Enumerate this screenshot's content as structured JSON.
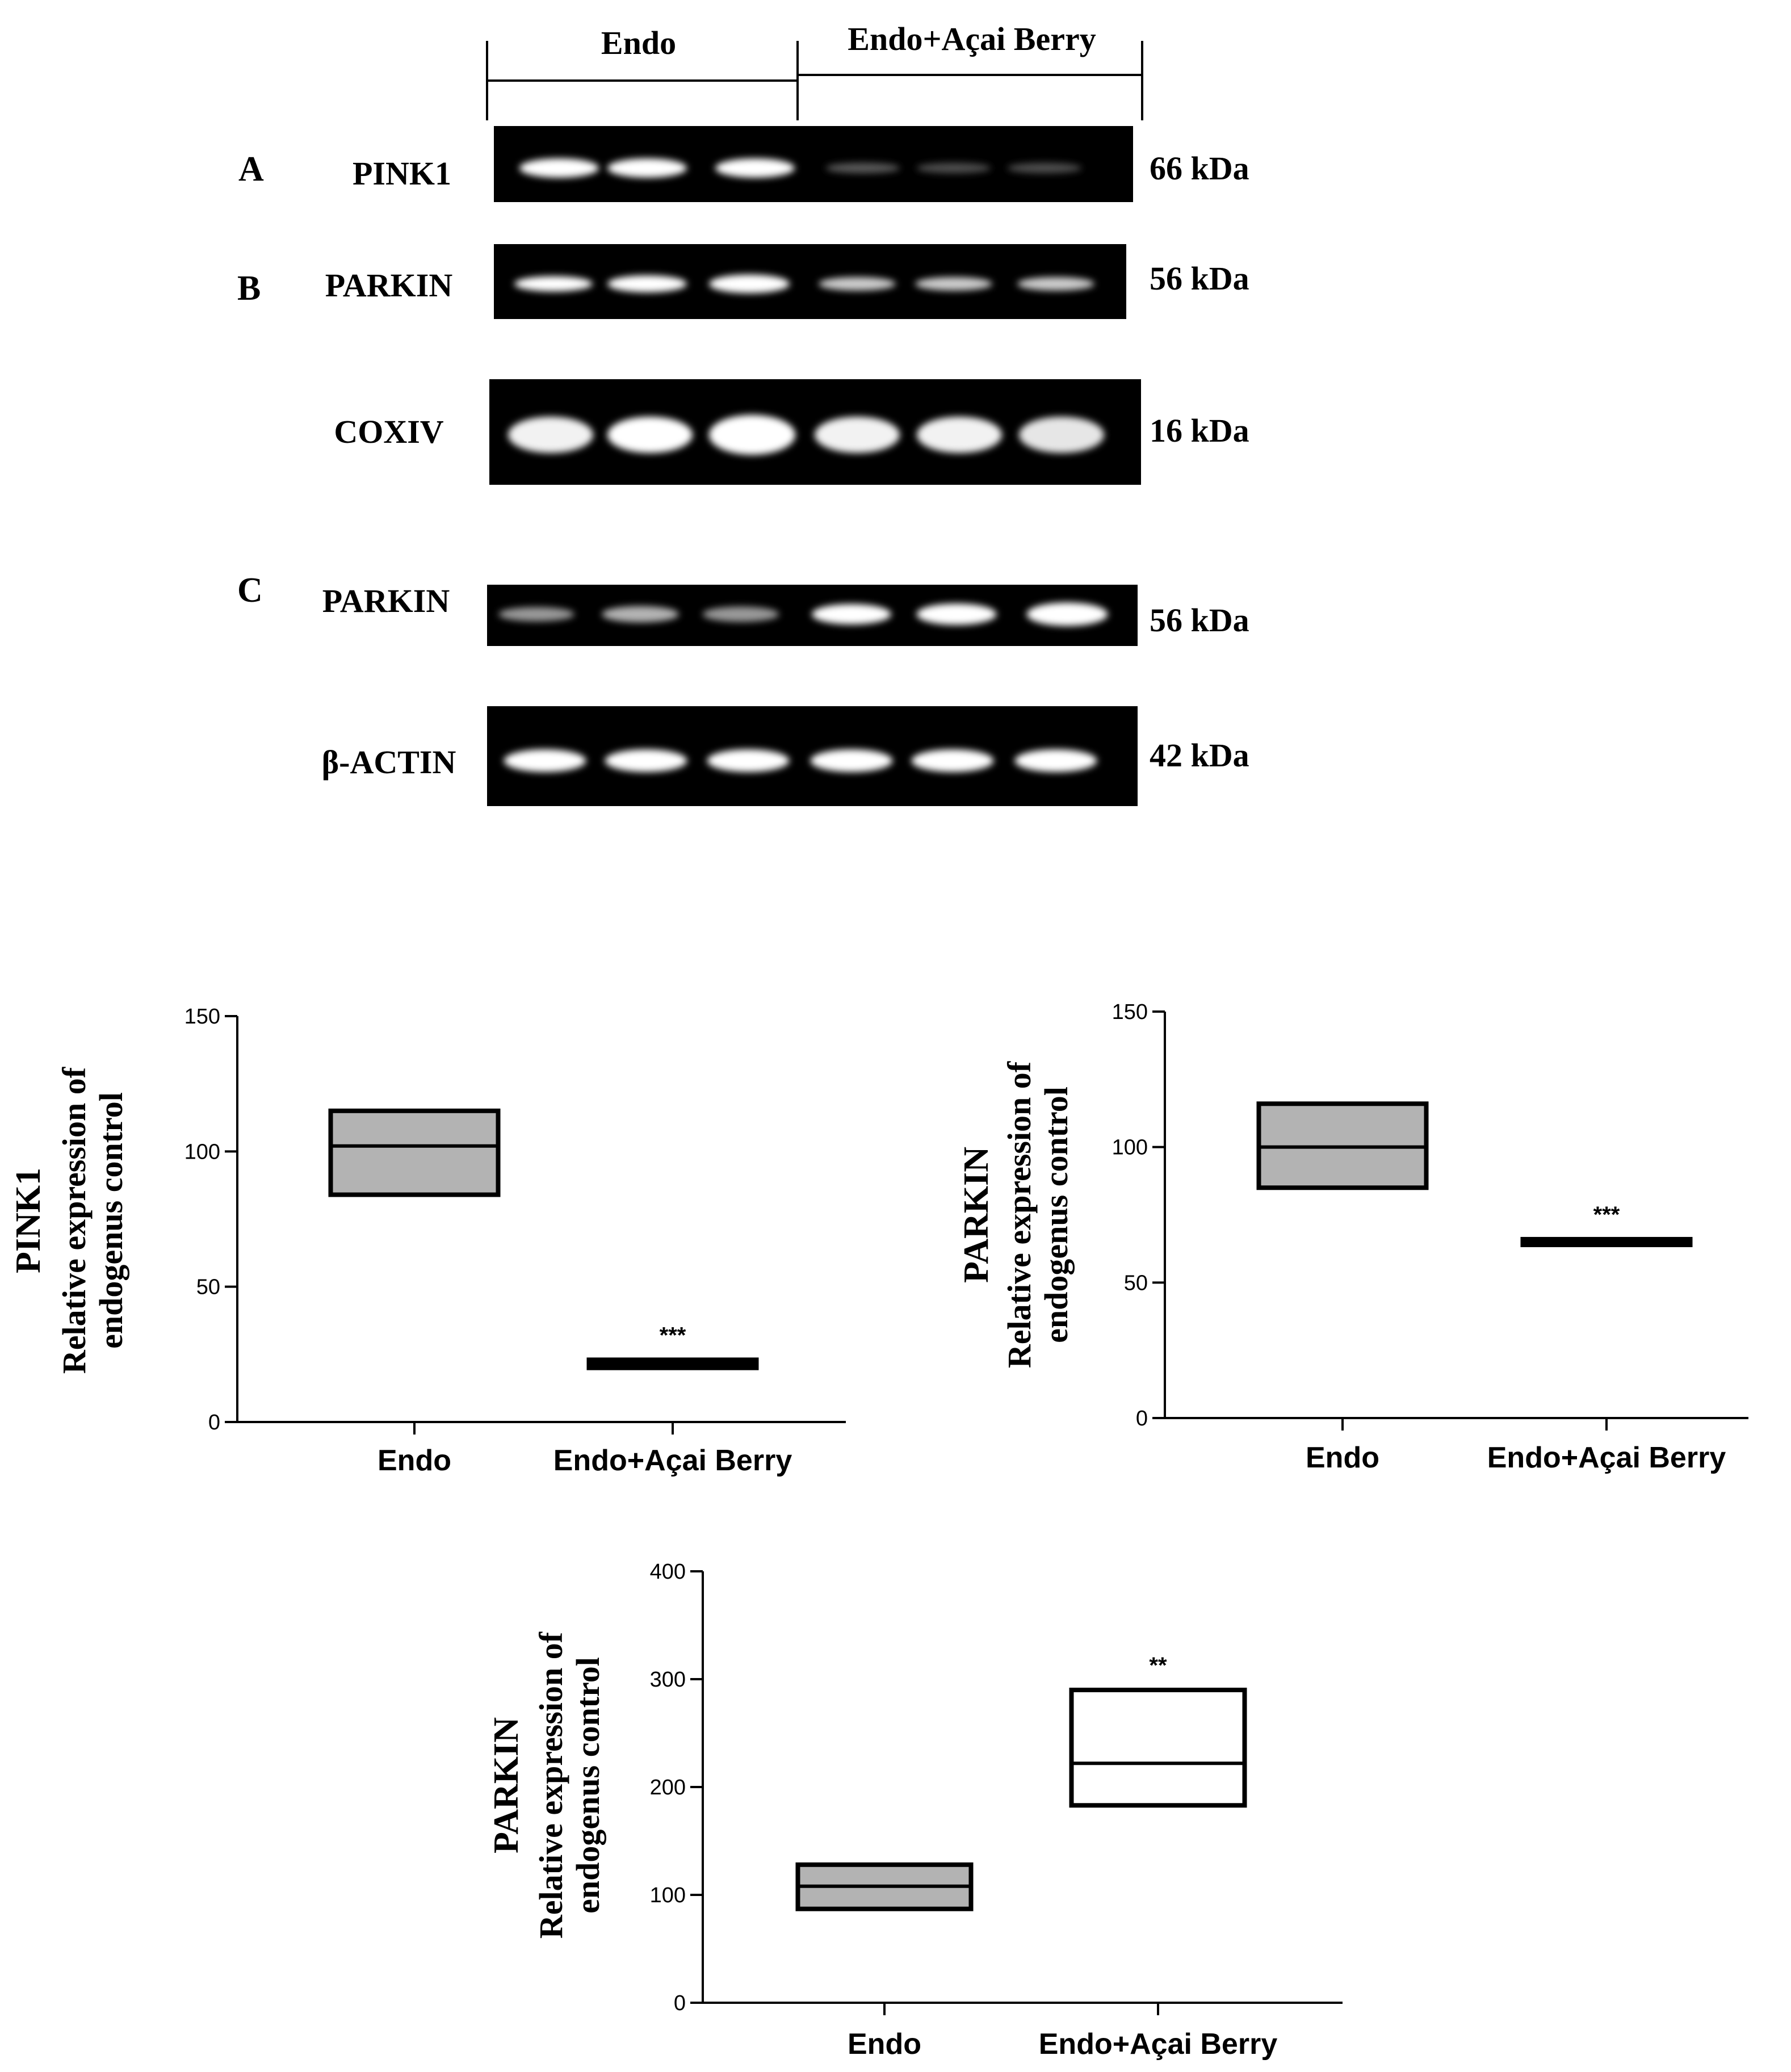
{
  "blot": {
    "group_labels": [
      "Endo",
      "Endo+Açai Berry"
    ],
    "panel_letters": [
      "A",
      "B",
      "C"
    ],
    "rows": [
      {
        "label": "PINK1",
        "kda": "66 kDa",
        "intensities": [
          1.0,
          1.0,
          1.0,
          0.35,
          0.3,
          0.3
        ],
        "thickness": [
          1.0,
          1.0,
          1.0,
          0.55,
          0.55,
          0.55
        ]
      },
      {
        "label": "PARKIN",
        "kda": "56 kDa",
        "intensities": [
          1.0,
          1.0,
          1.0,
          0.8,
          0.8,
          0.8
        ],
        "thickness": [
          0.9,
          1.0,
          1.1,
          0.8,
          0.8,
          0.8
        ]
      },
      {
        "label": "COXIV",
        "kda": "16 kDa",
        "intensities": [
          0.95,
          1.0,
          1.0,
          0.95,
          0.95,
          0.9
        ],
        "thickness": [
          1.0,
          1.0,
          1.1,
          1.0,
          1.0,
          1.0
        ]
      },
      {
        "label": "PARKIN",
        "kda": "56 kDa",
        "intensities": [
          0.6,
          0.7,
          0.6,
          1.0,
          1.0,
          1.0
        ],
        "thickness": [
          0.7,
          0.8,
          0.75,
          1.0,
          1.05,
          1.15
        ]
      },
      {
        "label": "β-ACTIN",
        "kda": "42 kDa",
        "intensities": [
          1.0,
          1.0,
          1.0,
          1.0,
          1.0,
          1.0
        ],
        "thickness": [
          1.0,
          1.0,
          1.0,
          1.0,
          1.0,
          1.0
        ]
      }
    ]
  },
  "chart_data": [
    {
      "type": "box",
      "ylabel_lines": [
        "PINK1",
        "Relative expression of",
        "endogenus control"
      ],
      "categories": [
        "Endo",
        "Endo+Açai Berry"
      ],
      "ylim": [
        0,
        150
      ],
      "yticks": [
        0,
        50,
        100,
        150
      ],
      "boxes": [
        {
          "category": "Endo",
          "low": 84,
          "median": 102,
          "high": 115,
          "fill": "#b3b3b3",
          "sig": ""
        },
        {
          "category": "Endo+Açai Berry",
          "low": 20,
          "median": 21.5,
          "high": 23,
          "fill": "#000000",
          "sig": "***"
        }
      ]
    },
    {
      "type": "box",
      "ylabel_lines": [
        "PARKIN",
        "Relative expression of",
        "endogenus control"
      ],
      "categories": [
        "Endo",
        "Endo+Açai Berry"
      ],
      "ylim": [
        0,
        150
      ],
      "yticks": [
        0,
        50,
        100,
        150
      ],
      "boxes": [
        {
          "category": "Endo",
          "low": 85,
          "median": 100,
          "high": 116,
          "fill": "#b3b3b3",
          "sig": ""
        },
        {
          "category": "Endo+Açai Berry",
          "low": 64,
          "median": 65,
          "high": 66,
          "fill": "#000000",
          "sig": "***"
        }
      ]
    },
    {
      "type": "box",
      "ylabel_lines": [
        "PARKIN",
        "Relative expression of",
        "endogenus control"
      ],
      "categories": [
        "Endo",
        "Endo+Açai Berry"
      ],
      "ylim": [
        0,
        400
      ],
      "yticks": [
        0,
        100,
        200,
        300,
        400
      ],
      "boxes": [
        {
          "category": "Endo",
          "low": 87,
          "median": 108,
          "high": 128,
          "fill": "#b3b3b3",
          "sig": ""
        },
        {
          "category": "Endo+Açai Berry",
          "low": 183,
          "median": 222,
          "high": 290,
          "fill": "#ffffff",
          "sig": "**"
        }
      ]
    }
  ]
}
